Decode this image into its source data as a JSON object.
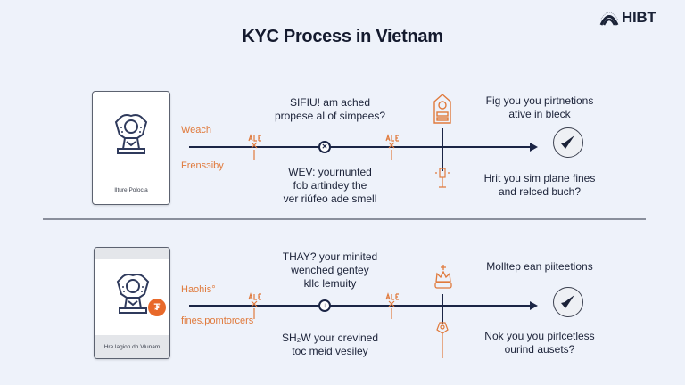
{
  "header": {
    "title": "KYC Process in Vietnam",
    "logo_text": "HIBT"
  },
  "colors": {
    "background": "#eef2fa",
    "accent_orange": "#e07a3c",
    "line_navy": "#1b2545",
    "badge_orange": "#e8692a"
  },
  "rows": [
    {
      "card_caption": "Ilture Polocia",
      "card_icon": "emblem-icon",
      "label_top": "Weach",
      "label_bottom": "Frensэiby",
      "center_top": [
        "SIFIU! am ached",
        "propese al of simpees?"
      ],
      "center_bottom": [
        "WEV: yournunted",
        "fob artindey the",
        "ver riúfeo ade smell"
      ],
      "node_symbol": "✕",
      "step_icon": "house-document-icon",
      "right_top": [
        "Fig you you pirtnetions",
        "ative in bleck"
      ],
      "right_bottom": [
        "Hrit you sim plane fines",
        "and relced buch?"
      ],
      "end_icon": "check-circle-icon"
    },
    {
      "card_caption": "Hre lagion dh Vlunam",
      "card_icon": "emblem-icon",
      "badge_symbol": "₮",
      "label_top": "Haohis°",
      "label_bottom": "fines.pomtorcers",
      "center_top": [
        "THAY? your minited",
        "wenched gentey",
        "kllc lemuity"
      ],
      "center_bottom": [
        "SH₂W your crevined",
        "toc meid vesiley"
      ],
      "node_symbol": "↓",
      "step_icon": "crown-icon",
      "right_top": [
        "Molltep ean piiteetions"
      ],
      "right_bottom": [
        "Nok you you pirlcetless",
        "ourind ausets?"
      ],
      "end_icon": "check-circle-icon"
    }
  ]
}
